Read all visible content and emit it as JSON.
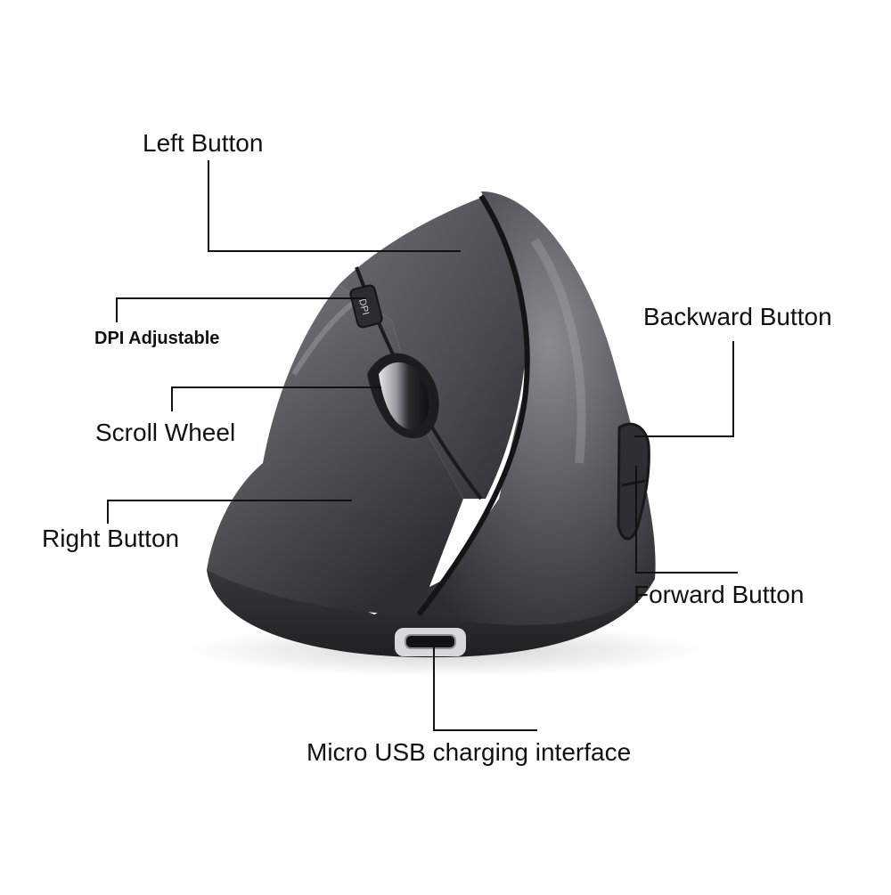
{
  "labels": {
    "left_button": "Left Button",
    "dpi_adjustable": "DPI Adjustable",
    "scroll_wheel": "Scroll Wheel",
    "right_button": "Right Button",
    "backward_button": "Backward Button",
    "forward_button": "Forward Button",
    "micro_usb": "Micro USB charging interface"
  },
  "device": {
    "dpi_marking": "DPI"
  },
  "colors": {
    "body_shell": "#5a5b5f",
    "body_dark": "#2a2b2e",
    "base": "#3a3b3f",
    "leader_line": "#111111",
    "background": "#ffffff"
  }
}
